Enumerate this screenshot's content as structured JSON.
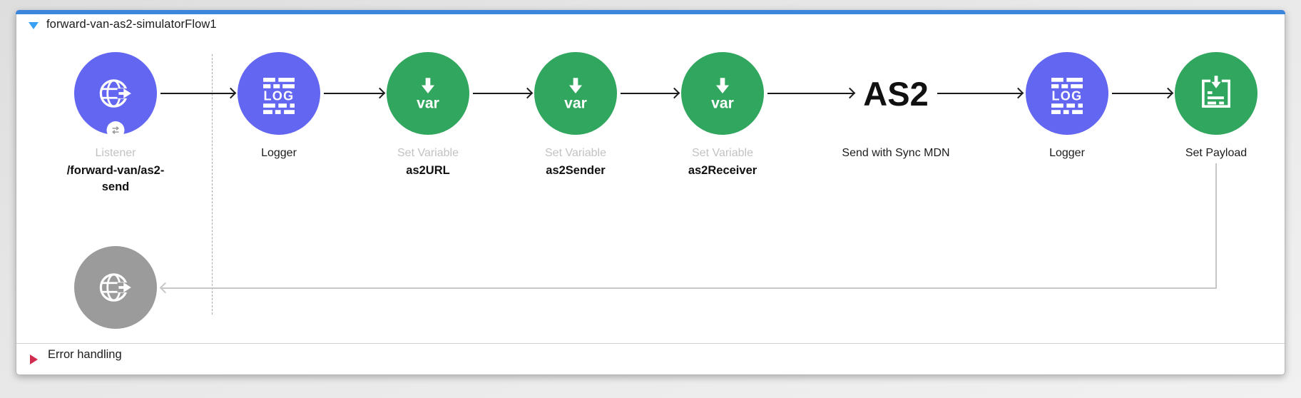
{
  "flow": {
    "title": "forward-van-as2-simulatorFlow1",
    "nodes": [
      {
        "id": "http-listener",
        "type_label": "Listener",
        "name_label": "/forward-van/as2-send"
      },
      {
        "id": "logger-1",
        "label": "Logger"
      },
      {
        "id": "set-variable-1",
        "type_label": "Set Variable",
        "name_label": "as2URL"
      },
      {
        "id": "set-variable-2",
        "type_label": "Set Variable",
        "name_label": "as2Sender"
      },
      {
        "id": "set-variable-3",
        "type_label": "Set Variable",
        "name_label": "as2Receiver"
      },
      {
        "id": "as2-send",
        "icon_text": "AS2",
        "label": "Send with Sync MDN"
      },
      {
        "id": "logger-2",
        "label": "Logger"
      },
      {
        "id": "set-payload",
        "label": "Set Payload"
      }
    ],
    "response_node": {
      "id": "http-response"
    },
    "error_handling": {
      "label": "Error handling"
    }
  },
  "icons": {
    "http-listener": "globe-with-right-arrow",
    "message-exchange-badge": "swap-arrows",
    "logger": "log-text-lines",
    "set-variable": "down-arrow-var",
    "as2": "AS2-wordmark",
    "set-payload": "document-with-down-arrow",
    "http-response": "gray-globe-with-right-arrow",
    "flow-collapse": "blue-down-triangle",
    "error-expand": "red-right-triangle"
  },
  "colors": {
    "canvas_bg": "#e7e7e7",
    "container_bg": "#ffffff",
    "container_border": "#b7b7b7",
    "selection_bar": "#3c86de",
    "collapse_triangle": "#38a1f5",
    "error_triangle": "#d22b50",
    "indigo_node": "#6366f1",
    "green_node": "#31a65e",
    "gray_node": "#9b9b9b",
    "arrow": "#1b1b1b",
    "return_line": "#c7c7c7",
    "dashed_guide": "#aaaaaa",
    "muted_label": "#c2c2c2",
    "label": "#1c1c1c"
  }
}
